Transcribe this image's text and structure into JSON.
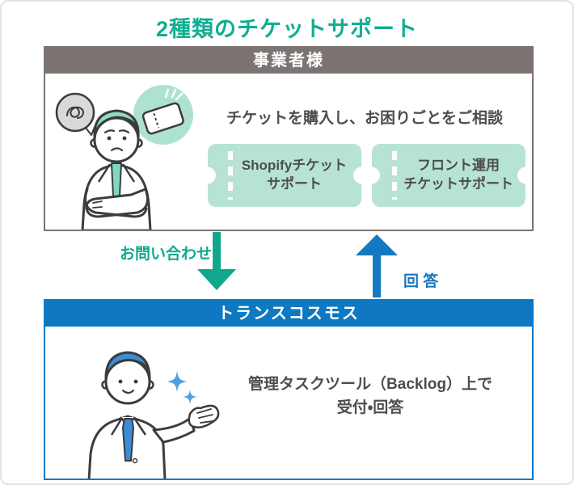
{
  "page": {
    "title": "2種類のチケットサポート"
  },
  "colors": {
    "title_green": "#0FAE92",
    "top_header_gray": "#7B7472",
    "bottom_header_blue": "#0E78C2",
    "ticket_mint": "#B7E3D7",
    "inquiry_arrow_green": "#0FA88D",
    "answer_arrow_blue": "#1478C0",
    "body_text": "#4D4D4D"
  },
  "top_panel": {
    "header": "事業者様",
    "caption": "チケットを購入し、お困りごとをご相談",
    "tickets": [
      {
        "line1": "Shopifyチケット",
        "line2": "サポート"
      },
      {
        "line1": "フロント運用",
        "line2": "チケットサポート"
      }
    ],
    "illustration": "worried-businessman-with-confused-thought-bubble-and-ticket-badge"
  },
  "flow": {
    "inquiry": {
      "label": "お問い合わせ",
      "direction": "down",
      "color": "#0FA88D"
    },
    "answer": {
      "label": "回 答",
      "direction": "up",
      "color": "#1478C0"
    }
  },
  "bottom_panel": {
    "header": "トランスコスモス",
    "caption_line1": "管理タスクツール（Backlog）上で",
    "caption_line2": "受付・回答",
    "illustration": "smiling-support-staff-with-sparkles"
  }
}
